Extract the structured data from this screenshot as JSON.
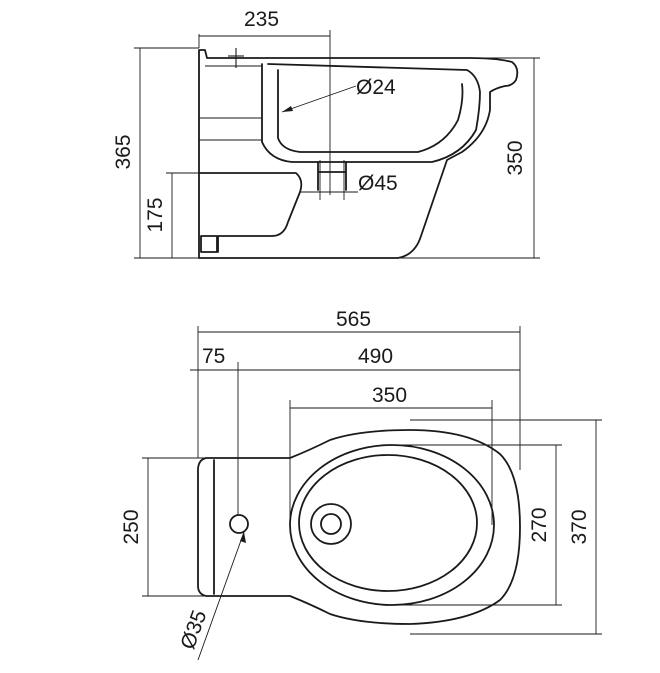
{
  "side_view": {
    "dimensions": {
      "d235": "235",
      "d24": "Ø24",
      "d45": "Ø45",
      "d365": "365",
      "d175": "175",
      "d350": "350"
    }
  },
  "top_view": {
    "dimensions": {
      "d565": "565",
      "d75": "75",
      "d490": "490",
      "d350": "350",
      "d250": "250",
      "d270": "270",
      "d370": "370",
      "d35": "Ø35"
    }
  }
}
